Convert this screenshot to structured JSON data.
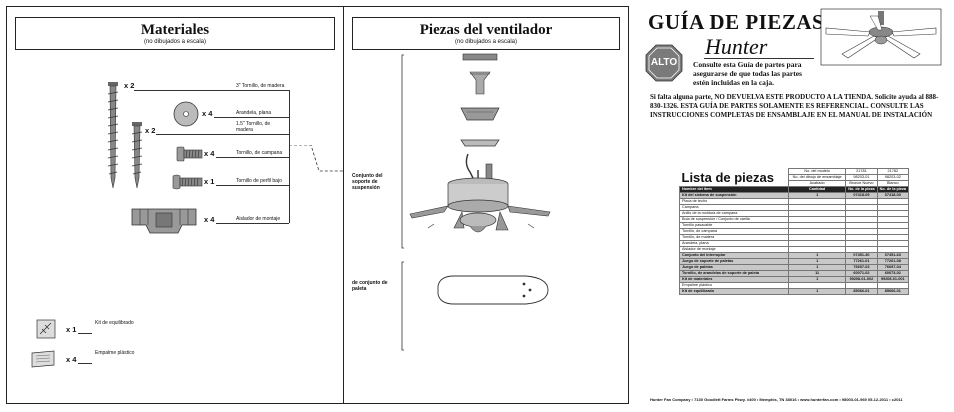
{
  "materials": {
    "title": "Materiales",
    "subtitle": "(no dibujados a escala)",
    "items": [
      {
        "qty": "x 2",
        "label": "3\" Tornillo, de madera"
      },
      {
        "qty": "x 4",
        "label": "Arandela, plana"
      },
      {
        "qty": "x 2",
        "label": "1.5\" Tornillo, de madera"
      },
      {
        "qty": "x 4",
        "label": "Tornillo, de campana"
      },
      {
        "qty": "x 1",
        "label": "Tornillo de perfil bajo"
      },
      {
        "qty": "x 4",
        "label": "Aislador de montaje"
      }
    ],
    "extras": [
      {
        "qty": "x 1",
        "label": "Kit de equilibrado"
      },
      {
        "qty": "x 4",
        "label": "Empalme plástico"
      }
    ]
  },
  "fan_parts": {
    "title": "Piezas del ventilador",
    "subtitle": "(no dibujados a escala)",
    "group1": "Conjunto del soporte de suspensión",
    "group2": "de conjunto de paleta"
  },
  "guide": {
    "title": "GUÍA DE PIEZAS",
    "brand": "Hunter",
    "stop": "ALTO",
    "stop_text": "Consulte esta Guía de partes para asegurarse de que todas las partes estén incluidas en la caja.",
    "warning": "Si falta alguna parte, NO DEVUELVA ESTE PRODUCTO A LA TIENDA. Solicite ayuda al 888-830-1326.  ESTA GUÍA DE PARTES SOLAMENTE ES REFERENCIAL. CONSULTE LAS INSTRUCCIONES COMPLETAS DE ENSAMBLAJE EN EL MANUAL DE INSTALACIÓN"
  },
  "parts_list": {
    "title": "Lista de piezas",
    "meta": [
      {
        "label": "No. del modelo",
        "a": "21781",
        "b": "21782"
      },
      {
        "label": "No. del dibujo de ensamblaje",
        "a": "98203-01",
        "b": "98203-02"
      },
      {
        "label": "Acabado",
        "a": "Bronce Nuevo",
        "b": "Blanco"
      }
    ],
    "header": {
      "name": "Nombre del ítem",
      "qty": "Cantidad",
      "a": "No. de la pieza",
      "b": "No. de la pieza"
    },
    "rows": [
      {
        "name": "Kit del sistema de suspensión",
        "qty": "1",
        "a": "07418-09",
        "b": "07418-03",
        "dark": true
      },
      {
        "name": "Placa de techo",
        "qty": "",
        "a": "",
        "b": "",
        "dark": false
      },
      {
        "name": "Campana",
        "qty": "",
        "a": "",
        "b": "",
        "dark": false
      },
      {
        "name": "Anillo de la moldura de campana",
        "qty": "",
        "a": "",
        "b": "",
        "dark": false
      },
      {
        "name": "Bola de suspensión / Conjunto de varilla",
        "qty": "",
        "a": "",
        "b": "",
        "dark": false
      },
      {
        "name": "Tornillo pasacable",
        "qty": "",
        "a": "",
        "b": "",
        "dark": false
      },
      {
        "name": "Tornillo, de campana",
        "qty": "",
        "a": "",
        "b": "",
        "dark": false
      },
      {
        "name": "Tornillo, de madera",
        "qty": "",
        "a": "",
        "b": "",
        "dark": false
      },
      {
        "name": "Arandela, plana",
        "qty": "",
        "a": "",
        "b": "",
        "dark": false
      },
      {
        "name": "Aislador de montaje",
        "qty": "",
        "a": "",
        "b": "",
        "dark": false
      },
      {
        "name": "Conjunto del interruptor",
        "qty": "1",
        "a": "07451-30",
        "b": "07451-63",
        "dark": true
      },
      {
        "name": "Juego de soporte de paletas",
        "qty": "1",
        "a": "77261-01",
        "b": "77261-08",
        "dark": true
      },
      {
        "name": "Juego de paletas",
        "qty": "1",
        "a": "76697-03",
        "b": "76697-04",
        "dark": true
      },
      {
        "name": "Tornillo, de arandelas de soporte de paleta",
        "qty": "11",
        "a": "60071-02",
        "b": "60073-02",
        "dark": true
      },
      {
        "name": "Kit de materiales",
        "qty": "1",
        "a": "99208-01-002",
        "b": "99208-01-001",
        "dark": true
      },
      {
        "name": "Empalme plástico",
        "qty": "",
        "a": "",
        "b": "",
        "dark": false
      },
      {
        "name": "Kit de equilibrado",
        "qty": "1",
        "a": "85066-01",
        "b": "85066-01",
        "dark": true
      }
    ]
  },
  "footer": "Hunter Fan Company • 7130 Goodlett Farms Pkwy. #400 • Memphis, TN 38016  •  www.hunterfan.com  •  98003-01-969  05-12-2011  •  c2011",
  "colors": {
    "stop_sign": "#7a7a7a",
    "dark_row": "#c8c8c8",
    "header_row": "#222222"
  }
}
